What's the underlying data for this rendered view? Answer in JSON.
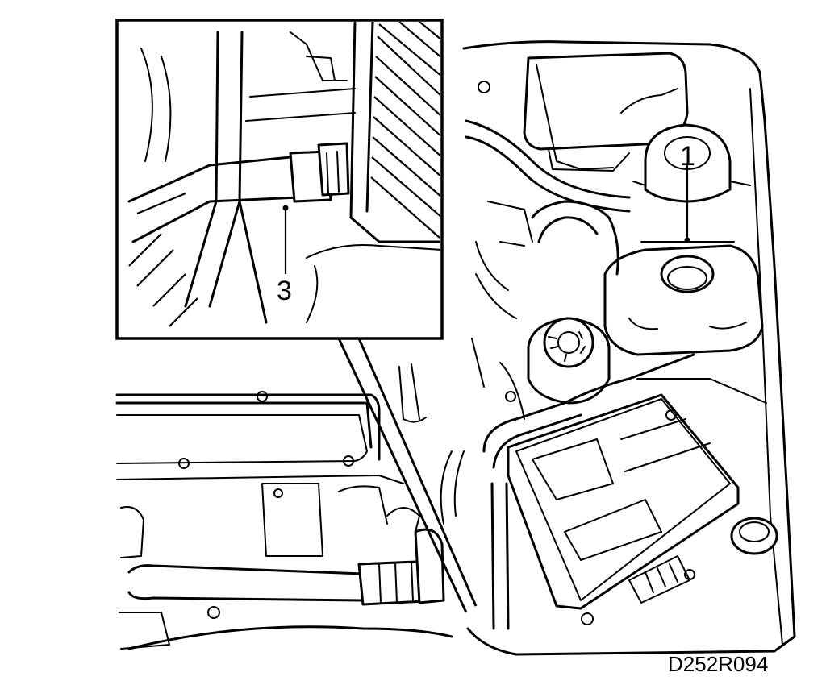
{
  "callouts": {
    "label_1": "1",
    "label_3": "3"
  },
  "figure_ref": "D252R094",
  "colors": {
    "ink": "#000000",
    "paper": "#ffffff"
  }
}
